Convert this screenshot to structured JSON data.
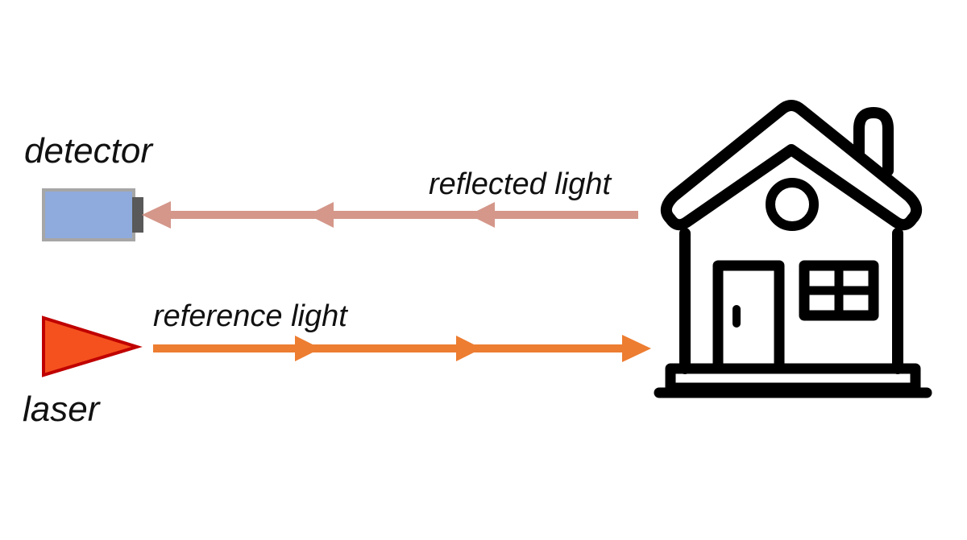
{
  "labels": {
    "detector": "detector",
    "laser": "laser",
    "reflected": "reflected light",
    "reference": "reference light"
  },
  "colors": {
    "reflected_beam": "#d4978a",
    "reference_beam": "#ed7d31",
    "detector_body": "#8faadc",
    "detector_frame": "#a6a6a6",
    "detector_window": "#595959",
    "laser_fill": "#f4511e",
    "laser_outline": "#c00000",
    "house_outline": "#000000"
  },
  "icons": {
    "detector": "detector-icon",
    "laser": "laser-icon",
    "target": "house-icon"
  }
}
